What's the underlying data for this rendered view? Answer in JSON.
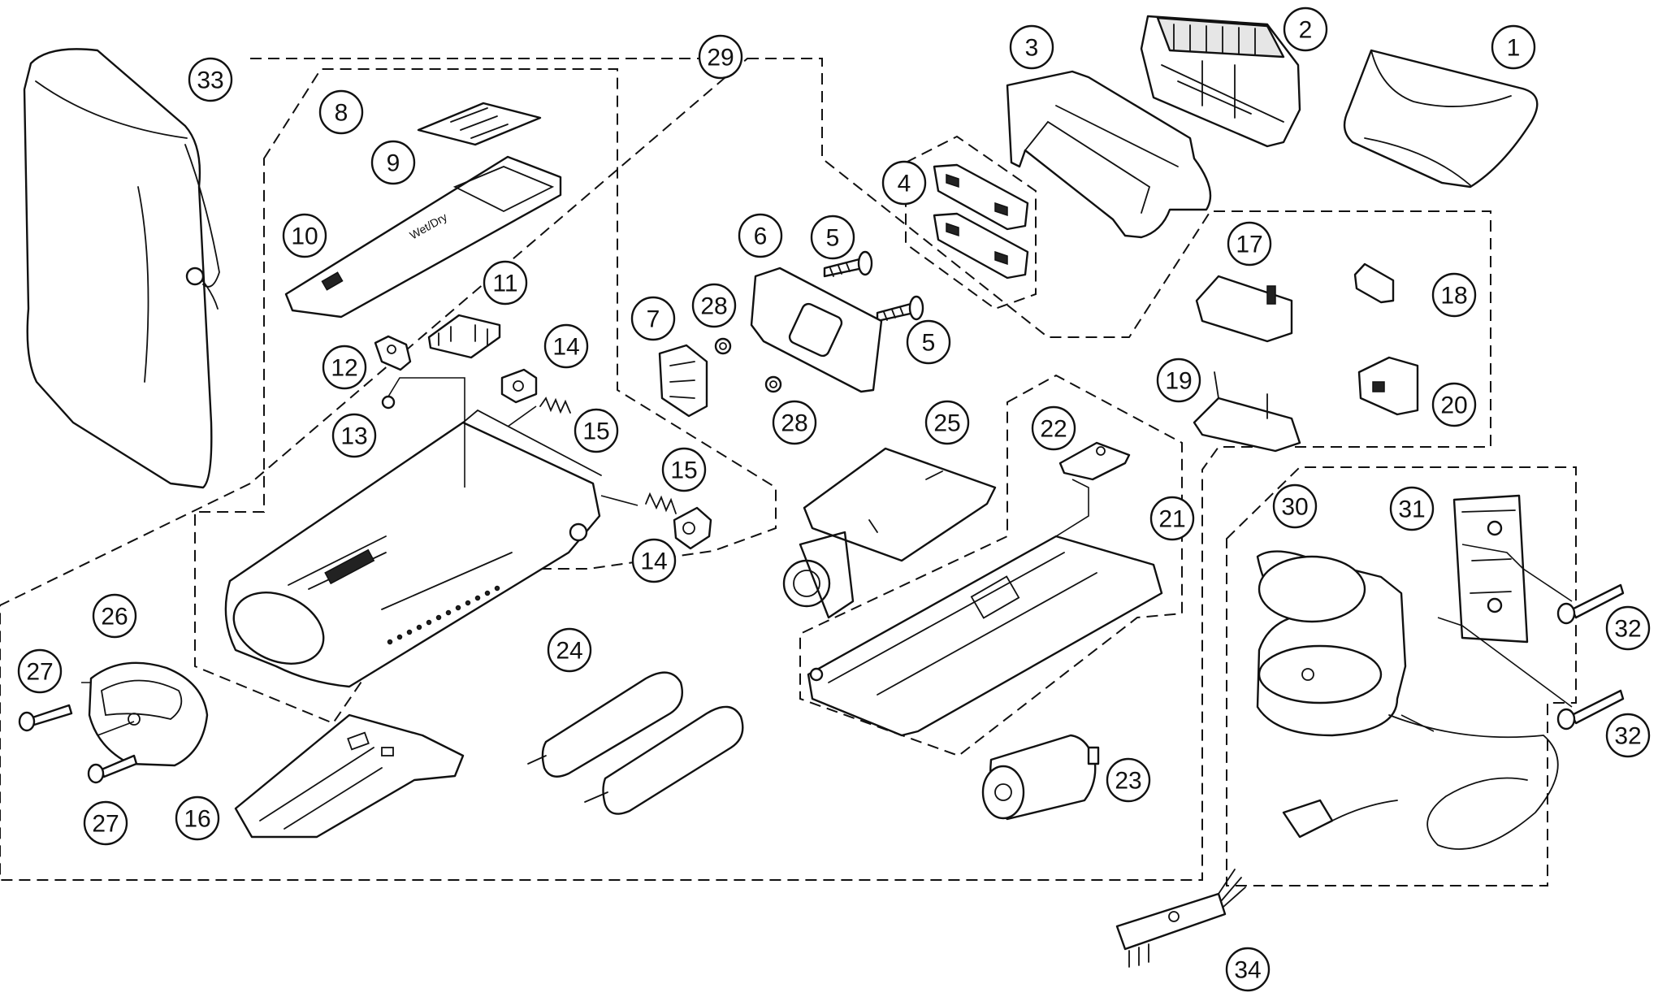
{
  "callouts": [
    {
      "id": "c1",
      "label": "1"
    },
    {
      "id": "c2",
      "label": "2"
    },
    {
      "id": "c3",
      "label": "3"
    },
    {
      "id": "c4",
      "label": "4"
    },
    {
      "id": "c5a",
      "label": "5"
    },
    {
      "id": "c5b",
      "label": "5"
    },
    {
      "id": "c6",
      "label": "6"
    },
    {
      "id": "c7",
      "label": "7"
    },
    {
      "id": "c8",
      "label": "8"
    },
    {
      "id": "c9",
      "label": "9"
    },
    {
      "id": "c10",
      "label": "10"
    },
    {
      "id": "c11",
      "label": "11"
    },
    {
      "id": "c12",
      "label": "12"
    },
    {
      "id": "c13",
      "label": "13"
    },
    {
      "id": "c14a",
      "label": "14"
    },
    {
      "id": "c14b",
      "label": "14"
    },
    {
      "id": "c15a",
      "label": "15"
    },
    {
      "id": "c15b",
      "label": "15"
    },
    {
      "id": "c16",
      "label": "16"
    },
    {
      "id": "c17",
      "label": "17"
    },
    {
      "id": "c18",
      "label": "18"
    },
    {
      "id": "c19",
      "label": "19"
    },
    {
      "id": "c20",
      "label": "20"
    },
    {
      "id": "c21",
      "label": "21"
    },
    {
      "id": "c22",
      "label": "22"
    },
    {
      "id": "c23",
      "label": "23"
    },
    {
      "id": "c24",
      "label": "24"
    },
    {
      "id": "c25",
      "label": "25"
    },
    {
      "id": "c26",
      "label": "26"
    },
    {
      "id": "c27a",
      "label": "27"
    },
    {
      "id": "c27b",
      "label": "27"
    },
    {
      "id": "c28a",
      "label": "28"
    },
    {
      "id": "c28b",
      "label": "28"
    },
    {
      "id": "c29",
      "label": "29"
    },
    {
      "id": "c30",
      "label": "30"
    },
    {
      "id": "c31",
      "label": "31"
    },
    {
      "id": "c32a",
      "label": "32"
    },
    {
      "id": "c32b",
      "label": "32"
    },
    {
      "id": "c33",
      "label": "33"
    },
    {
      "id": "c34",
      "label": "34"
    }
  ],
  "embossed_text": {
    "switch_plate": "Wet/Dry"
  }
}
